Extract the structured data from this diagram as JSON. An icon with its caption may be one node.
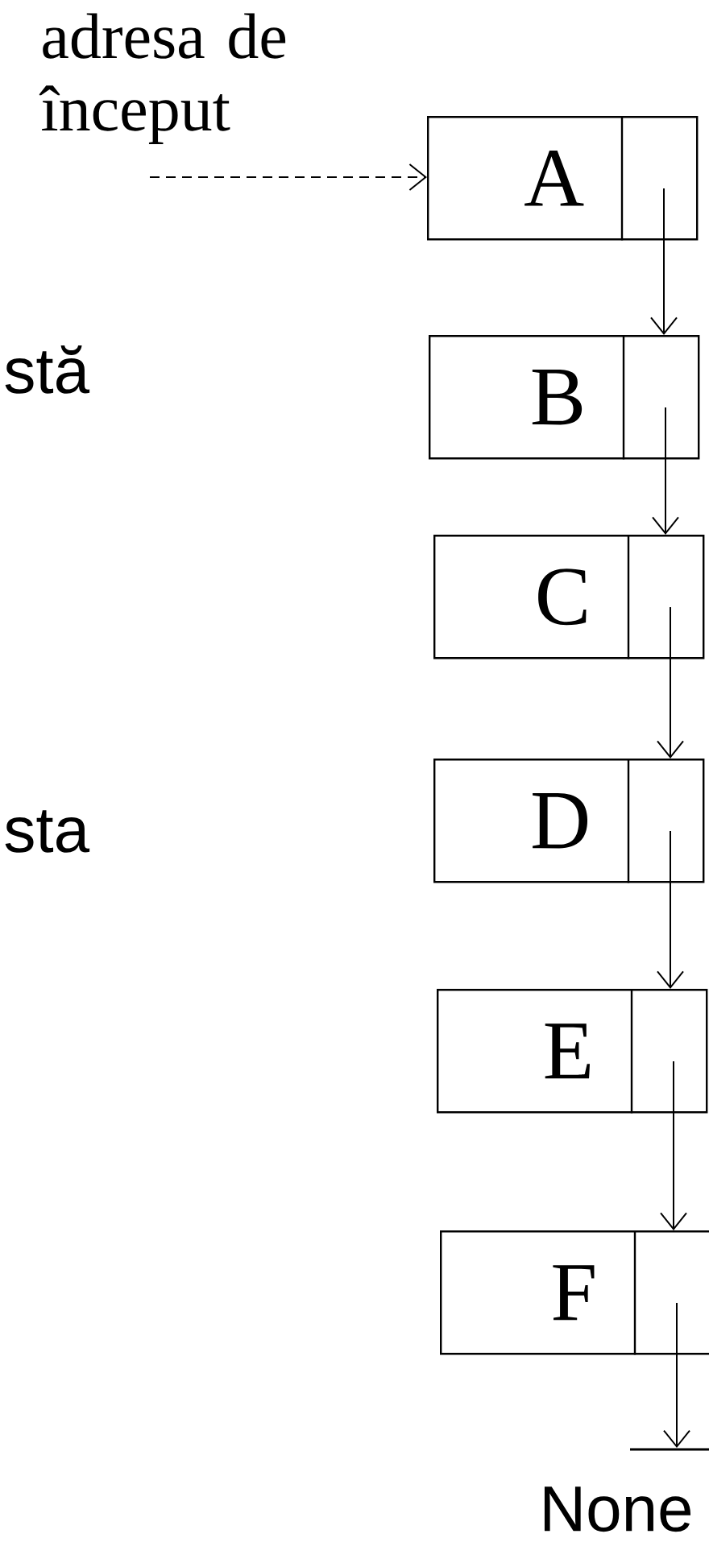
{
  "diagram": {
    "nodes": [
      {
        "text": [
          "adresa de început"
        ]
      },
      {
        "text": [
          "A"
        ]
      },
      {
        "text": [
          "B"
        ]
      },
      {
        "text": [
          "C"
        ]
      },
      {
        "text": [
          "D"
        ]
      },
      {
        "text": [
          "E"
        ]
      },
      {
        "text": [
          "F"
        ]
      },
      {
        "text": [],
        "shape": "bar",
        "beside": [
          "None"
        ]
      }
    ],
    "edges": [
      {
        "from": 0,
        "to": 1,
        "arrow": "to",
        "style": "dashed"
      },
      {
        "from": 1,
        "to": 2,
        "arrow": "to"
      },
      {
        "from": 2,
        "to": 3,
        "arrow": "to"
      },
      {
        "from": 3,
        "to": 4,
        "arrow": "to"
      },
      {
        "from": 4,
        "to": 5,
        "arrow": "to"
      },
      {
        "from": 5,
        "to": 6,
        "arrow": "to"
      },
      {
        "from": 6,
        "to": 7,
        "arrow": "to"
      }
    ],
    "labels": [
      "stă",
      "sta"
    ]
  }
}
